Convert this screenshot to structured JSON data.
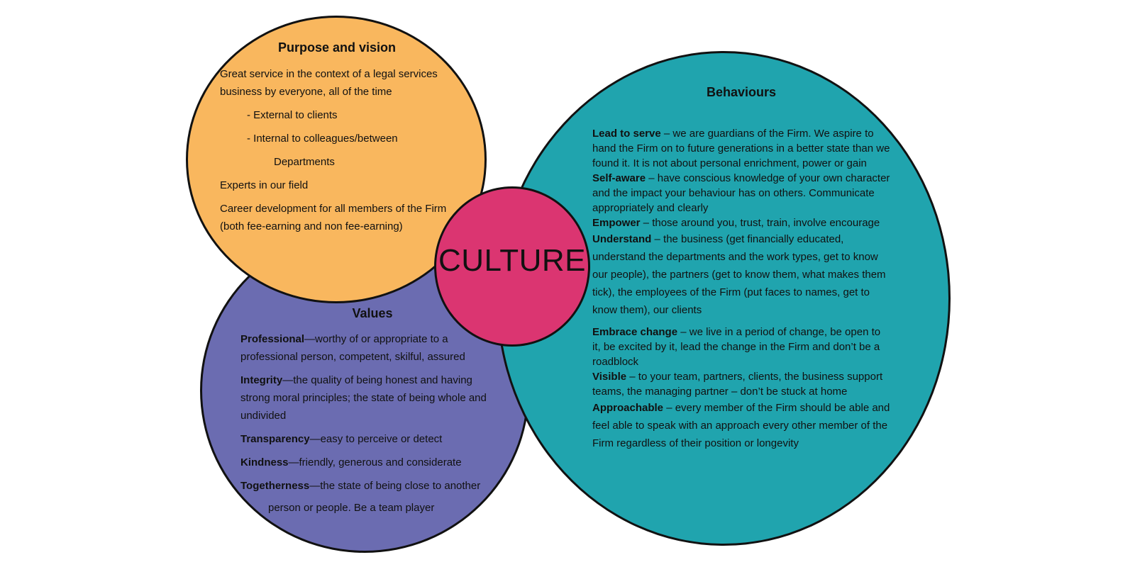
{
  "colors": {
    "purpose": "#F9B75E",
    "values": "#6B6CB1",
    "behaviours": "#20A4AE",
    "culture": "#DB3571",
    "outline": "#111111"
  },
  "culture": {
    "label": "CULTURE"
  },
  "purpose": {
    "heading": "Purpose and vision",
    "line1": "Great service in the context of a legal services business by everyone, all of the time",
    "item1": "- External to clients",
    "item2": "- Internal to colleagues/between",
    "item2_cont": "Departments",
    "line2": "Experts in our field",
    "line3": "Career development for all members of the Firm (both fee-earning and non fee-earning)"
  },
  "values": {
    "heading": "Values",
    "items": [
      {
        "term": "Professional",
        "text": "—worthy of or appropriate to a professional person, competent, skilful, assured"
      },
      {
        "term": "Integrity",
        "text": "—the quality of being honest and having strong moral principles; the state of being whole and undivided"
      },
      {
        "term": "Transparency",
        "text": "—easy to perceive or detect"
      },
      {
        "term": "Kindness",
        "text": "—friendly, generous and considerate"
      },
      {
        "term": "Togetherness",
        "text": "—the state of being close to another",
        "continuation": "person or people.  Be a team player"
      }
    ]
  },
  "behaviours": {
    "heading": "Behaviours",
    "items": [
      {
        "term": "Lead to serve",
        "text": " – we are guardians of the Firm. We aspire to hand the Firm on to future generations in a better state than we found it.  It is not about personal enrichment, power or gain"
      },
      {
        "term": "Self-aware",
        "text": " – have conscious knowledge of your own character and the impact your behaviour has on others.  Communicate appropriately and clearly"
      },
      {
        "term": "Empower",
        "text": " – those around you, trust, train, involve encourage"
      },
      {
        "term": "Understand",
        "text": " – the business (get financially educated, understand the departments and the work types, get to know our people), the partners (get to know them, what makes them tick), the employees of the Firm (put faces to names, get to know them), our clients"
      },
      {
        "term": "Embrace change",
        "text": " – we live in a period of change, be open to it, be excited by it, lead the change in the Firm and don’t be a roadblock"
      },
      {
        "term": "Visible",
        "text": " – to your team, partners, clients, the business support teams, the managing partner – don’t be stuck at home"
      },
      {
        "term": "Approachable",
        "text": " – every member of the Firm should be able and feel able to speak with an approach every other member of the Firm regardless of their position or longevity"
      }
    ]
  }
}
